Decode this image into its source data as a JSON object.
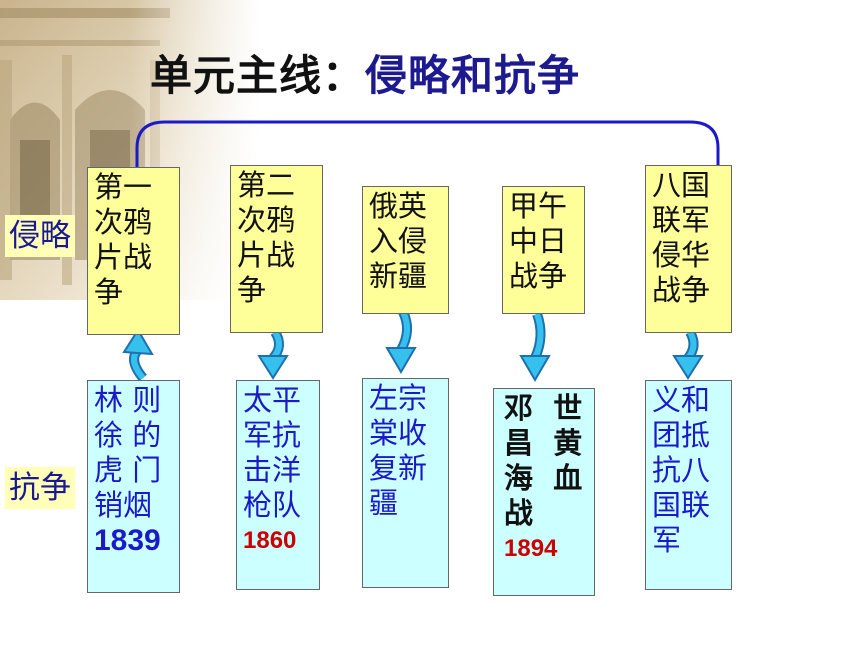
{
  "title": {
    "prefix": "单元主线：",
    "main": "侵略和抗争"
  },
  "row_labels": {
    "aggression": "侵略",
    "resistance": "抗争"
  },
  "aggressions": [
    {
      "line1": "第一",
      "line2": "次鸦",
      "line3": "片战",
      "line4": "争"
    },
    {
      "line1": "第二",
      "line2": "次鸦",
      "line3": "片战",
      "line4": "争"
    },
    {
      "line1": "俄英",
      "line2": "入侵",
      "line3": "新疆"
    },
    {
      "line1": "甲午",
      "line2": "中日",
      "line3": "战争"
    },
    {
      "line1": "八国",
      "line2": "联军",
      "line3": "侵华",
      "line4": "战争"
    }
  ],
  "resistances": [
    {
      "line1": "林 则",
      "line2": "徐 的",
      "line3": "虎 门",
      "line4": "销烟",
      "year": "1839"
    },
    {
      "line1": "太平",
      "line2": "军抗",
      "line3": "击洋",
      "line4": "枪队",
      "year": "1860"
    },
    {
      "line1": "左宗",
      "line2": "棠收",
      "line3": "复新",
      "line4": "疆"
    },
    {
      "line1": "邓  世",
      "line2": "昌  黄",
      "line3": "海  血",
      "line4": "战",
      "year": "1894"
    },
    {
      "line1": "义和",
      "line2": "团抵",
      "line3": "抗八",
      "line4": "国联",
      "line5": "军"
    }
  ],
  "colors": {
    "title_main": "#1d1a8f",
    "aggression_box": "#ffff99",
    "resistance_box": "#ccffff",
    "arrow": "#28b0e0",
    "bracket": "#1a1ac8",
    "year_red": "#cc0000"
  }
}
